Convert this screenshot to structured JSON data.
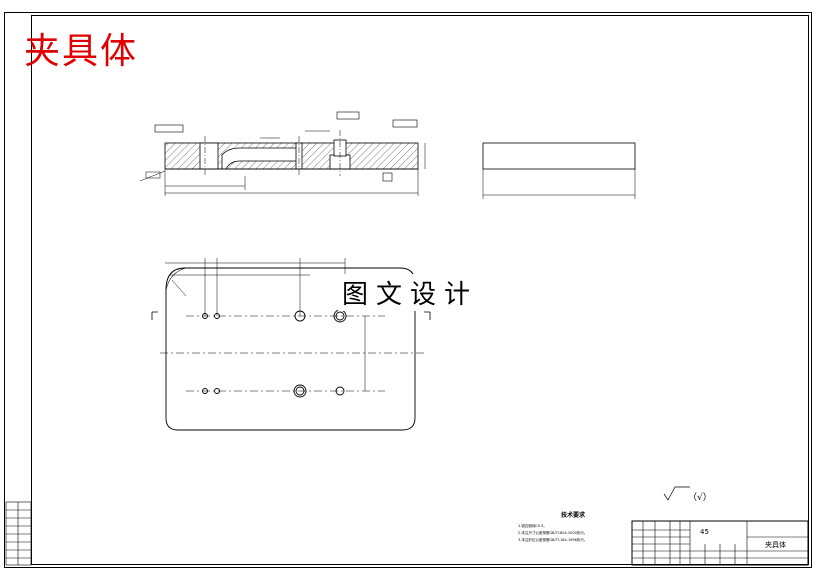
{
  "drawing_title_overlay": "夹具体",
  "watermark": "图文设计",
  "title_block": {
    "part_name": "夹具体",
    "material": "45"
  },
  "technical_requirements": {
    "heading": "技术要求",
    "items": [
      "1.锐边倒钝C0.5。",
      "2.未注尺寸公差按照GB/T1804-2000执行。",
      "3.未注形位公差按照GB/T1184-1996执行。"
    ]
  },
  "roughness_note": "（√）",
  "colors": {
    "overlay_red": "#e00000",
    "line": "#000000"
  },
  "icons": [
    "roughness-symbol",
    "datum-symbol"
  ]
}
